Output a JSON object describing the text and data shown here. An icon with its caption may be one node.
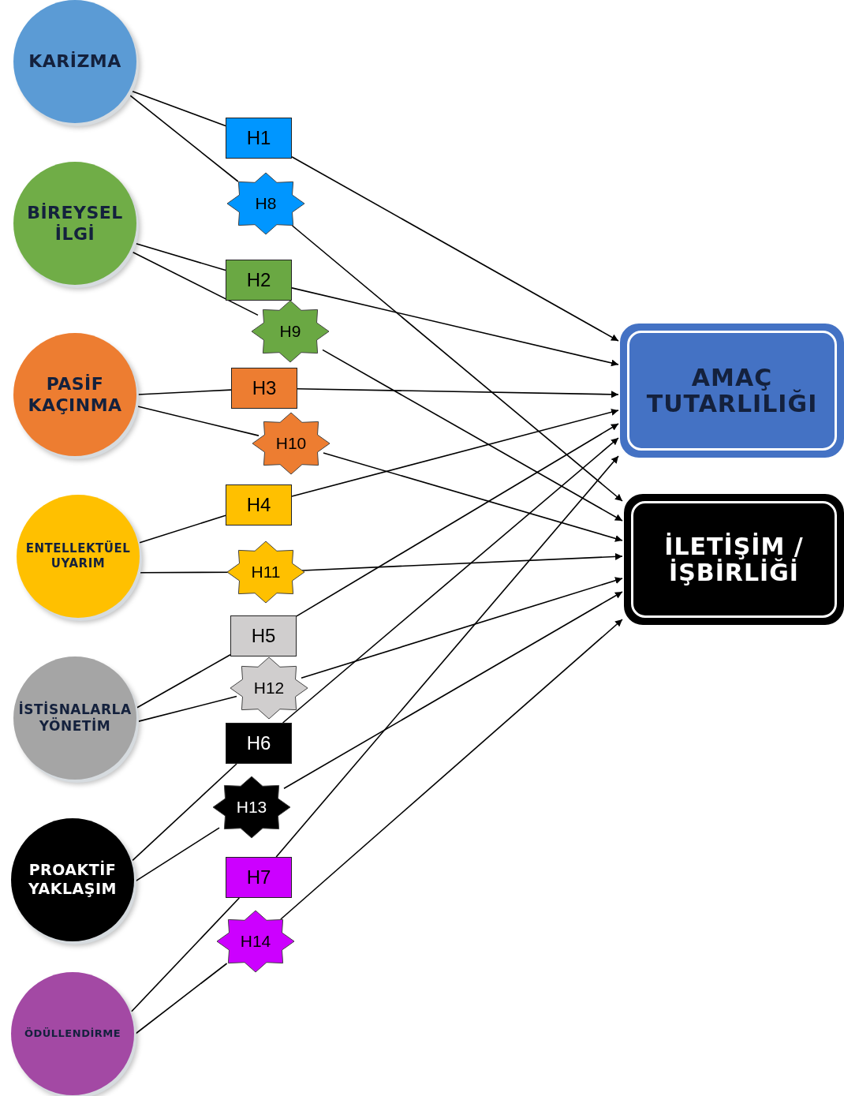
{
  "diagram": {
    "nodes": [
      {
        "text": [
          "KARİZMA"
        ]
      },
      {
        "text": [
          "BİREYSEL İLGİ"
        ]
      },
      {
        "text": [
          "PASİF KAÇINMA"
        ]
      },
      {
        "text": [
          "ENTELLEKTÜEL UYARIM"
        ]
      },
      {
        "text": [
          "İSTİSNALARLA YÖNETİM"
        ]
      },
      {
        "text": [
          "PROAKTİF YAKLAŞIM"
        ]
      },
      {
        "text": [
          "ÖDÜLLENDİRME"
        ]
      },
      {
        "text": [
          "AMAÇ TUTARLILIĞI"
        ]
      },
      {
        "text": [
          "İLETİŞİM / İŞBİRLİĞİ"
        ]
      },
      {
        "text": [
          "H1"
        ]
      },
      {
        "text": [
          "H2"
        ]
      },
      {
        "text": [
          "H3"
        ]
      },
      {
        "text": [
          "H4"
        ]
      },
      {
        "text": [
          "H5"
        ]
      },
      {
        "text": [
          "H6"
        ]
      },
      {
        "text": [
          "H7"
        ]
      },
      {
        "text": [
          "H8"
        ]
      },
      {
        "text": [
          "H9"
        ]
      },
      {
        "text": [
          "H10"
        ]
      },
      {
        "text": [
          "H11"
        ]
      },
      {
        "text": [
          "H12"
        ]
      },
      {
        "text": [
          "H13"
        ]
      },
      {
        "text": [
          "H14"
        ]
      }
    ],
    "edges": [
      {
        "from": 0,
        "to": 9,
        "arrow": "none"
      },
      {
        "from": 9,
        "to": 7,
        "arrow": "to"
      },
      {
        "from": 0,
        "to": 16,
        "arrow": "none"
      },
      {
        "from": 16,
        "to": 8,
        "arrow": "to"
      },
      {
        "from": 1,
        "to": 10,
        "arrow": "none"
      },
      {
        "from": 10,
        "to": 7,
        "arrow": "to"
      },
      {
        "from": 1,
        "to": 17,
        "arrow": "none"
      },
      {
        "from": 17,
        "to": 8,
        "arrow": "to"
      },
      {
        "from": 2,
        "to": 11,
        "arrow": "none"
      },
      {
        "from": 11,
        "to": 7,
        "arrow": "to"
      },
      {
        "from": 2,
        "to": 18,
        "arrow": "none"
      },
      {
        "from": 18,
        "to": 8,
        "arrow": "to"
      },
      {
        "from": 3,
        "to": 12,
        "arrow": "none"
      },
      {
        "from": 12,
        "to": 7,
        "arrow": "to"
      },
      {
        "from": 3,
        "to": 19,
        "arrow": "none"
      },
      {
        "from": 19,
        "to": 8,
        "arrow": "to"
      },
      {
        "from": 4,
        "to": 13,
        "arrow": "none"
      },
      {
        "from": 13,
        "to": 7,
        "arrow": "to"
      },
      {
        "from": 4,
        "to": 20,
        "arrow": "none"
      },
      {
        "from": 20,
        "to": 8,
        "arrow": "to"
      },
      {
        "from": 5,
        "to": 14,
        "arrow": "none"
      },
      {
        "from": 14,
        "to": 7,
        "arrow": "to"
      },
      {
        "from": 5,
        "to": 21,
        "arrow": "none"
      },
      {
        "from": 21,
        "to": 8,
        "arrow": "to"
      },
      {
        "from": 6,
        "to": 15,
        "arrow": "none"
      },
      {
        "from": 15,
        "to": 7,
        "arrow": "to"
      },
      {
        "from": 6,
        "to": 22,
        "arrow": "none"
      },
      {
        "from": 22,
        "to": 8,
        "arrow": "to"
      }
    ]
  }
}
